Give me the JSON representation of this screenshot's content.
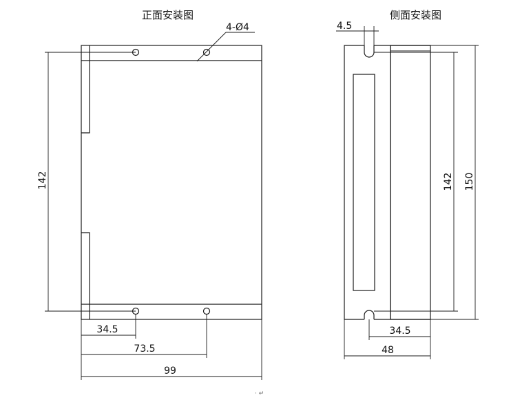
{
  "front_view": {
    "title": "正面安装图",
    "hole_callout": "4-Ø4",
    "height_dim": "142",
    "hole_x_dim": "34.5",
    "hole_spacing_dim": "73.5",
    "width_dim": "99"
  },
  "side_view": {
    "title": "侧面安装图",
    "slot_dim": "4.5",
    "inner_height_dim": "142",
    "total_height_dim": "150",
    "slot_offset_dim": "34.5",
    "depth_dim": "48"
  },
  "footer_mark": "· ↵"
}
